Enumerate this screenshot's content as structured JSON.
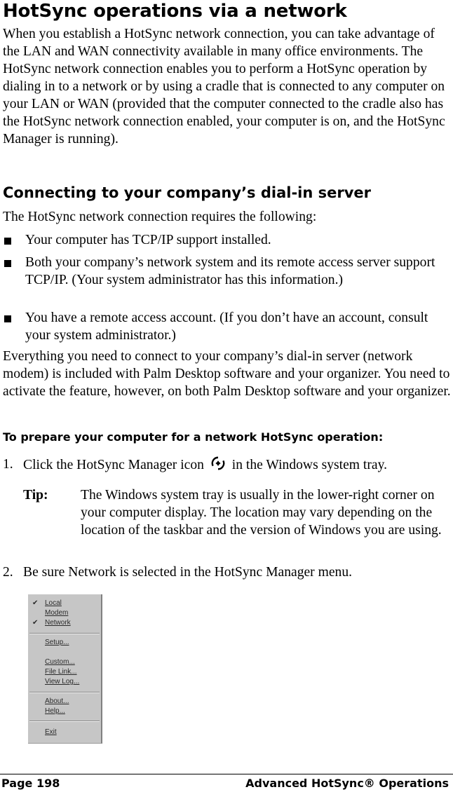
{
  "page": {
    "title": "HotSync operations via a network",
    "intro": "When you establish a HotSync network connection, you can take advantage of the LAN and WAN connectivity available in many office environments. The HotSync network connection enables you to perform a HotSync operation by dialing in to a network or by using a cradle that is connected to any computer on your LAN or WAN (provided that the computer connected to the cradle also has the HotSync network connection enabled, your computer is on, and the HotSync Manager is running).",
    "section": {
      "heading": "Connecting to your company’s dial-in server",
      "lead": "The HotSync network connection requires the following:",
      "requirements": [
        "Your computer has TCP/IP support installed.",
        "Both your company’s network system and its remote access server support TCP/IP. (Your system administrator has this information.)",
        "You have a remote access account. (If you don’t have an account, consult your system administrator.)"
      ],
      "body": "Everything you need to connect to your company’s dial-in server (network modem) is included with Palm Desktop software and your organizer. You need to activate the feature, however, on both Palm Desktop software and your organizer."
    },
    "procedure": {
      "heading": "To prepare your computer for a network HotSync operation:",
      "steps": [
        {
          "number": "1.",
          "before_icon": "Click the HotSync Manager icon",
          "icon": "hotsync-icon",
          "after_icon": "in the Windows system tray."
        },
        {
          "number": "2.",
          "text": "Be sure Network is selected in the HotSync Manager menu."
        }
      ],
      "tip": {
        "label": "Tip:",
        "text": "The Windows system tray is usually in the lower-right corner on your computer display. The location may vary depending on the location of the taskbar and the version of Windows you are using."
      }
    },
    "menu": {
      "items": [
        {
          "label": "Local",
          "checked": "✔"
        },
        {
          "label": "Modem",
          "checked": ""
        },
        {
          "label": "Network",
          "checked": "✔"
        },
        {
          "label": "Setup...",
          "checked": ""
        },
        {
          "label": "Custom...",
          "checked": ""
        },
        {
          "label": "File Link...",
          "checked": ""
        },
        {
          "label": "View Log...",
          "checked": ""
        },
        {
          "label": "About...",
          "checked": ""
        },
        {
          "label": "Help...",
          "checked": ""
        },
        {
          "label": "Exit",
          "checked": ""
        }
      ]
    },
    "footer": {
      "page": "Page 198",
      "chapter": "Advanced HotSync® Operations"
    }
  }
}
